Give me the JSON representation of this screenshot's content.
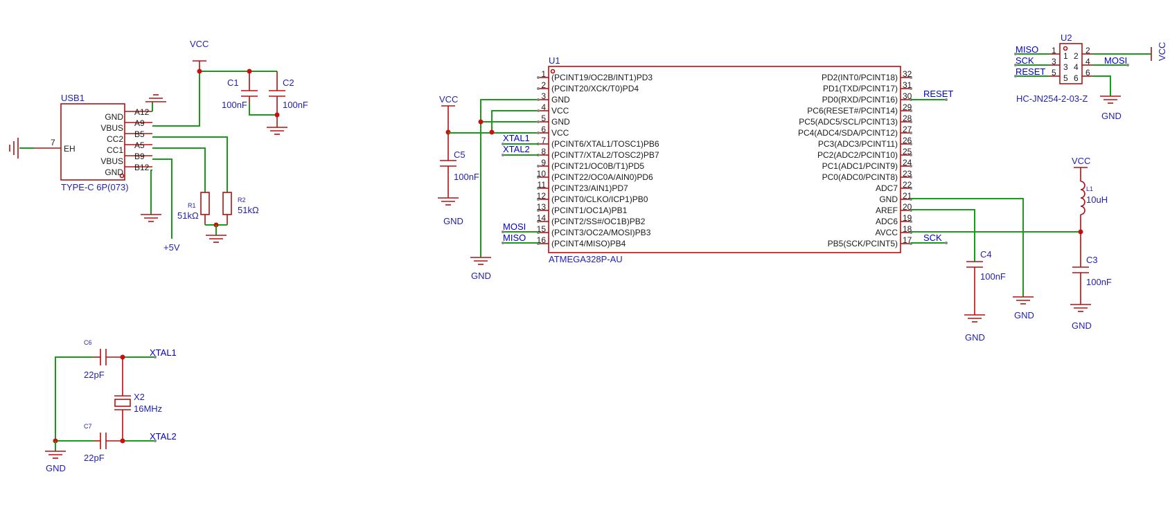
{
  "usb1": {
    "ref": "USB1",
    "value": "TYPE-C 6P(073)",
    "pins": [
      {
        "name": "GND",
        "num": "A12"
      },
      {
        "name": "VBUS",
        "num": "A9"
      },
      {
        "name": "CC2",
        "num": "B5"
      },
      {
        "name": "CC1",
        "num": "A5"
      },
      {
        "name": "VBUS",
        "num": "B9"
      },
      {
        "name": "GND",
        "num": "B12"
      }
    ],
    "eh_name": "EH",
    "eh_num": "7"
  },
  "power": {
    "vcc": "VCC",
    "gnd": "GND",
    "plus5": "+5V"
  },
  "caps": {
    "c1": {
      "ref": "C1",
      "value": "100nF"
    },
    "c2": {
      "ref": "C2",
      "value": "100nF"
    },
    "c3": {
      "ref": "C3",
      "value": "100nF"
    },
    "c4": {
      "ref": "C4",
      "value": "100nF"
    },
    "c5": {
      "ref": "C5",
      "value": "100nF"
    },
    "c6": {
      "ref": "C6",
      "value": "22pF"
    },
    "c7": {
      "ref": "C7",
      "value": "22pF"
    }
  },
  "resistors": {
    "r1": {
      "ref": "R1",
      "value": "51kΩ"
    },
    "r2": {
      "ref": "R2",
      "value": "51kΩ"
    }
  },
  "inductor": {
    "ref": "L1",
    "value": "10uH"
  },
  "crystal": {
    "ref": "X2",
    "value": "16MHz"
  },
  "u1": {
    "ref": "U1",
    "value": "ATMEGA328P-AU",
    "left_pins": [
      {
        "num": "1",
        "name": "(PCINT19/OC2B/INT1)PD3"
      },
      {
        "num": "2",
        "name": "(PCINT20/XCK/T0)PD4"
      },
      {
        "num": "3",
        "name": "GND"
      },
      {
        "num": "4",
        "name": "VCC"
      },
      {
        "num": "5",
        "name": "GND"
      },
      {
        "num": "6",
        "name": "VCC"
      },
      {
        "num": "7",
        "name": "(PCINT6/XTAL1/TOSC1)PB6"
      },
      {
        "num": "8",
        "name": "(PCINT7/XTAL2/TOSC2)PB7"
      },
      {
        "num": "9",
        "name": "(PCINT21/OC0B/T1)PD5"
      },
      {
        "num": "10",
        "name": "(PCINT22/OC0A/AIN0)PD6"
      },
      {
        "num": "11",
        "name": "(PCINT23/AIN1)PD7"
      },
      {
        "num": "12",
        "name": "(PCINT0/CLKO/ICP1)PB0"
      },
      {
        "num": "13",
        "name": "(PCINT1/OC1A)PB1"
      },
      {
        "num": "14",
        "name": "(PCINT2/SS#/OC1B)PB2"
      },
      {
        "num": "15",
        "name": "(PCINT3/OC2A/MOSI)PB3"
      },
      {
        "num": "16",
        "name": "(PCINT4/MISO)PB4"
      }
    ],
    "right_pins": [
      {
        "num": "32",
        "name": "PD2(INT0/PCINT18)"
      },
      {
        "num": "31",
        "name": "PD1(TXD/PCINT17)"
      },
      {
        "num": "30",
        "name": "PD0(RXD/PCINT16)"
      },
      {
        "num": "29",
        "name": "PC6(RESET#/PCINT14)"
      },
      {
        "num": "28",
        "name": "PC5(ADC5/SCL/PCINT13)"
      },
      {
        "num": "27",
        "name": "PC4(ADC4/SDA/PCINT12)"
      },
      {
        "num": "26",
        "name": "PC3(ADC3/PCINT11)"
      },
      {
        "num": "25",
        "name": "PC2(ADC2/PCINT10)"
      },
      {
        "num": "24",
        "name": "PC1(ADC1/PCINT9)"
      },
      {
        "num": "23",
        "name": "PC0(ADC0/PCINT8)"
      },
      {
        "num": "22",
        "name": "ADC7"
      },
      {
        "num": "21",
        "name": "GND"
      },
      {
        "num": "20",
        "name": "AREF"
      },
      {
        "num": "19",
        "name": "ADC6"
      },
      {
        "num": "18",
        "name": "AVCC"
      },
      {
        "num": "17",
        "name": "PB5(SCK/PCINT5)"
      }
    ]
  },
  "u2": {
    "ref": "U2",
    "value": "HC-JN254-2-03-Z",
    "pins": [
      {
        "num": "1",
        "inner": "1"
      },
      {
        "num": "2",
        "inner": "2"
      },
      {
        "num": "3",
        "inner": "3"
      },
      {
        "num": "4",
        "inner": "4"
      },
      {
        "num": "5",
        "inner": "5"
      },
      {
        "num": "6",
        "inner": "6"
      }
    ]
  },
  "nets": {
    "xtal1": "XTAL1",
    "xtal2": "XTAL2",
    "mosi": "MOSI",
    "miso": "MISO",
    "sck": "SCK",
    "reset": "RESET"
  }
}
